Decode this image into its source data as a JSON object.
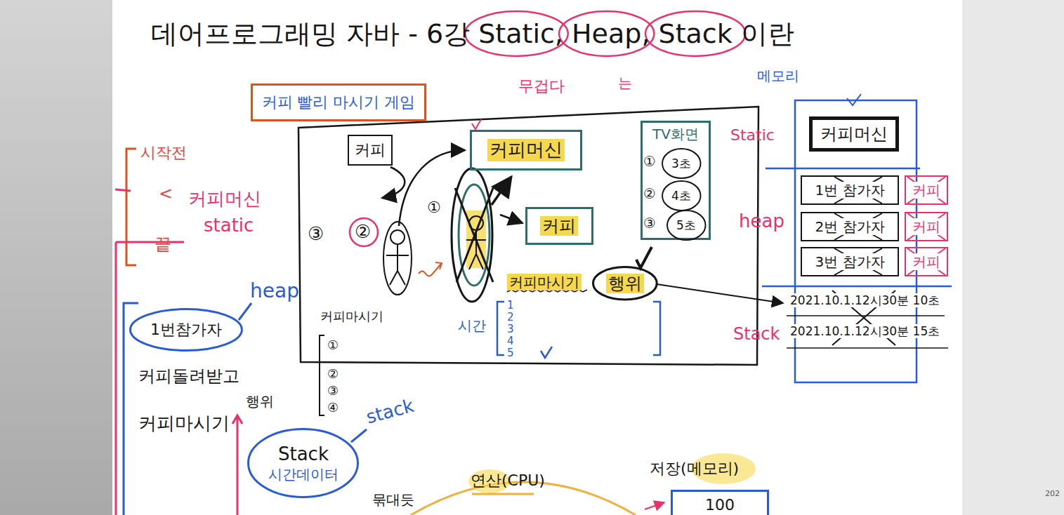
{
  "diagram": {
    "title": "데어프로그래밍 자바 - 6강 Static, Heap, Stack 이란",
    "nodes": [
      {
        "text": [
          "커피 빨리 마시기 게임"
        ]
      },
      {
        "text": [
          "커피"
        ]
      },
      {
        "text": [
          "커피머신"
        ]
      },
      {
        "text": [
          "TV화면"
        ]
      },
      {
        "text": [
          "3초"
        ],
        "in": 3
      },
      {
        "text": [
          "4초"
        ],
        "in": 3
      },
      {
        "text": [
          "5초"
        ],
        "in": 3
      },
      {
        "text": [
          "커피"
        ]
      },
      {
        "text": [
          "행위"
        ]
      },
      {
        "text": [
          "1번참가자"
        ]
      },
      {
        "text": [
          "Stack",
          "시간데이터"
        ]
      },
      {
        "text": [
          "커피머신"
        ]
      },
      {
        "text": [
          "1번 참가자"
        ]
      },
      {
        "text": [
          "2번 참가자"
        ]
      },
      {
        "text": [
          "3번 참가자"
        ]
      },
      {
        "text": [
          "커피"
        ]
      },
      {
        "text": [
          "커피"
        ]
      },
      {
        "text": [
          "커피"
        ]
      },
      {
        "text": [
          "100"
        ]
      }
    ],
    "labels": [
      "무겁다",
      "는",
      "메모리",
      "시작전",
      "<",
      "끝",
      "커피머신",
      "static",
      "③",
      "②",
      "①",
      "①",
      "②",
      "③",
      "커피마시기",
      "시간",
      "1",
      "2",
      "3",
      "4",
      "5",
      "커피마시기",
      "①",
      "②",
      "③",
      "④",
      "heap",
      "커피돌려받고",
      "커피마시기",
      "행위",
      "stack",
      "묶대듯",
      "Static",
      "heap",
      "Stack",
      "2021.10.1.12시30분 10초",
      "2021.10.1.12시30분 15초",
      "연산(CPU)",
      "저장(메모리)",
      "202"
    ]
  }
}
